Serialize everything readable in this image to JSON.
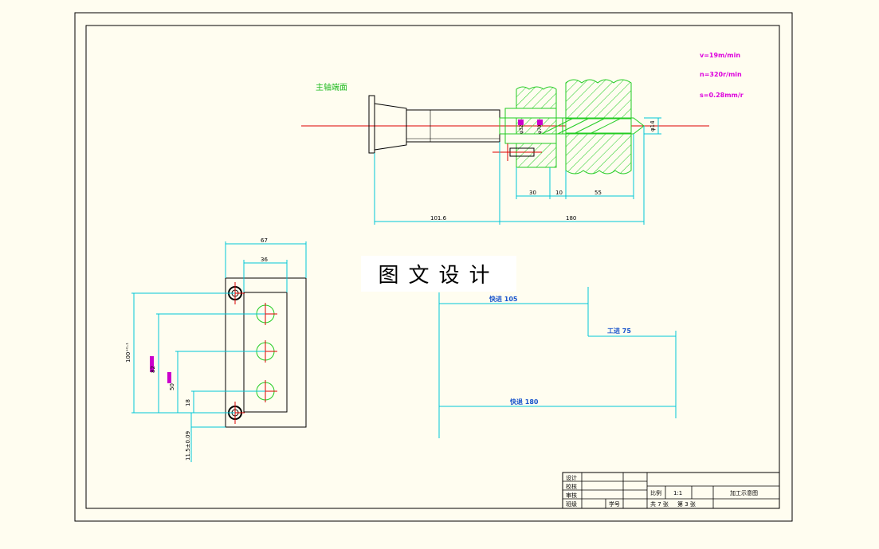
{
  "notes": {
    "spindle_label": "主轴端面",
    "v": "v=19m/min",
    "n": "n=320r/min",
    "s": "s=0.28mm/r"
  },
  "dims_top": {
    "d30": "30",
    "d10": "10",
    "d55": "55",
    "d101": "101.6",
    "d180": "180",
    "phi14": "φ14",
    "small_a": "φ32",
    "small_b": "φ70"
  },
  "dims_left": {
    "d67": "67",
    "d36": "36",
    "d100": "100⁺⁰·¹",
    "d82": "82",
    "d50": "50",
    "d18": "18",
    "d115": "11.5±0.09"
  },
  "watermark": "图文设计",
  "cycle": {
    "fast_in": "快进  105",
    "work": "工进  75",
    "fast_back": "快退  180"
  },
  "title_block": {
    "design": "设计",
    "check": "校核",
    "review": "审核",
    "class": "班级",
    "student_no": "学号",
    "scale_label": "比例",
    "scale_value": "1:1",
    "drawing_name": "加工示意图",
    "total": "共 7 张",
    "sheet": "第 3 张"
  }
}
